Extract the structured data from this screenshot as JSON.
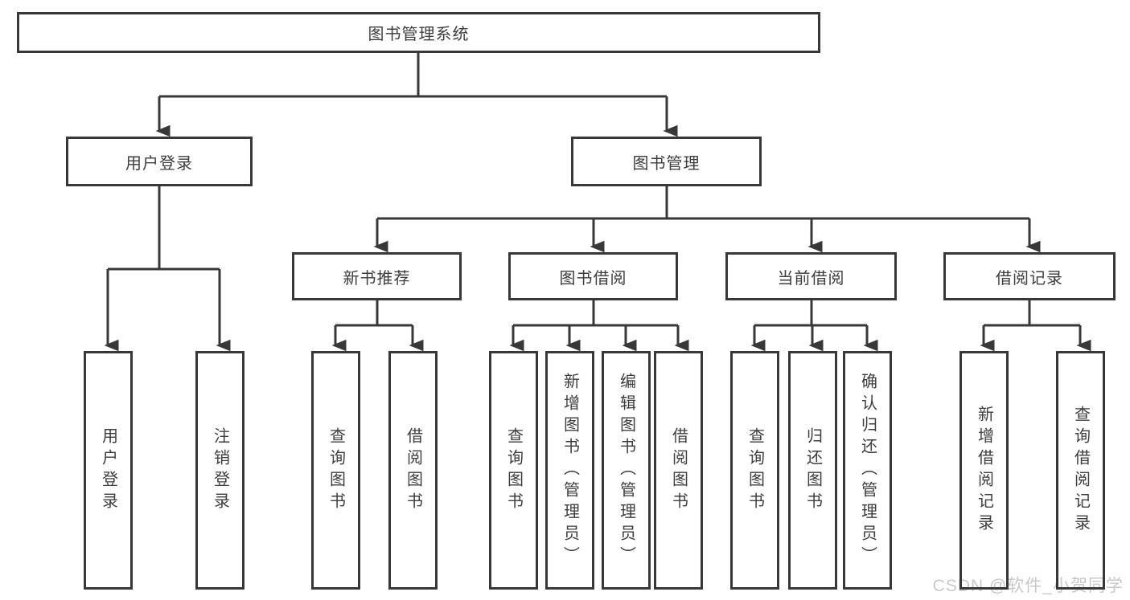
{
  "watermark": "CSDN @软件_小贺同学",
  "colors": {
    "line": "#383838",
    "border": "#383838",
    "text": "#3d3d3d",
    "watermark": "#c8c8c8",
    "background": "#ffffff"
  },
  "tree": {
    "root": {
      "label": "图书管理系统"
    },
    "branches": [
      {
        "label": "用户登录",
        "children": [
          {
            "label": "用户登录"
          },
          {
            "label": "注销登录"
          }
        ]
      },
      {
        "label": "图书管理",
        "children": [
          {
            "label": "新书推荐",
            "children": [
              {
                "label": "查询图书"
              },
              {
                "label": "借阅图书"
              }
            ]
          },
          {
            "label": "图书借阅",
            "children": [
              {
                "label": "查询图书"
              },
              {
                "label": "新增图书（管理员）"
              },
              {
                "label": "编辑图书（管理员）"
              },
              {
                "label": "借阅图书"
              }
            ]
          },
          {
            "label": "当前借阅",
            "children": [
              {
                "label": "查询图书"
              },
              {
                "label": "归还图书"
              },
              {
                "label": "确认归还（管理员）"
              }
            ]
          },
          {
            "label": "借阅记录",
            "children": [
              {
                "label": "新增借阅记录"
              },
              {
                "label": "查询借阅记录"
              }
            ]
          }
        ]
      }
    ]
  }
}
